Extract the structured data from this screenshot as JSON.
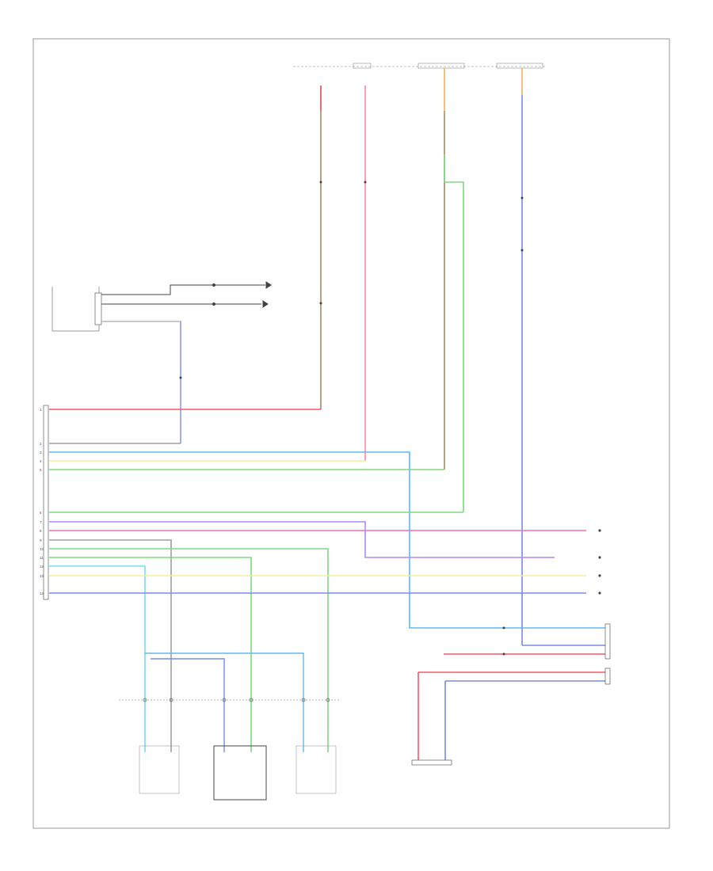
{
  "diagram": {
    "footer_code": "",
    "bus_labels": [
      "",
      "",
      ""
    ],
    "pin_numbers": [
      "1",
      "2",
      "3",
      "4",
      "5",
      "6",
      "7",
      "8",
      "9",
      "10",
      "11",
      "12",
      "13",
      "14"
    ],
    "wire_colors": {
      "brown": "#a08a66",
      "red": "#f05a6a",
      "pink": "#ff8a9a",
      "green": "#80d880",
      "blue": "#7a8ae8",
      "cyan": "#6ee0f0",
      "ltblue": "#60b8f0",
      "yellow": "#f0f0a0",
      "violet": "#b088f0",
      "magenta": "#f070b0",
      "orange": "#f0b060",
      "gray": "#a0a0a0",
      "tan": "#d8c8a8",
      "black": "#444444"
    }
  }
}
